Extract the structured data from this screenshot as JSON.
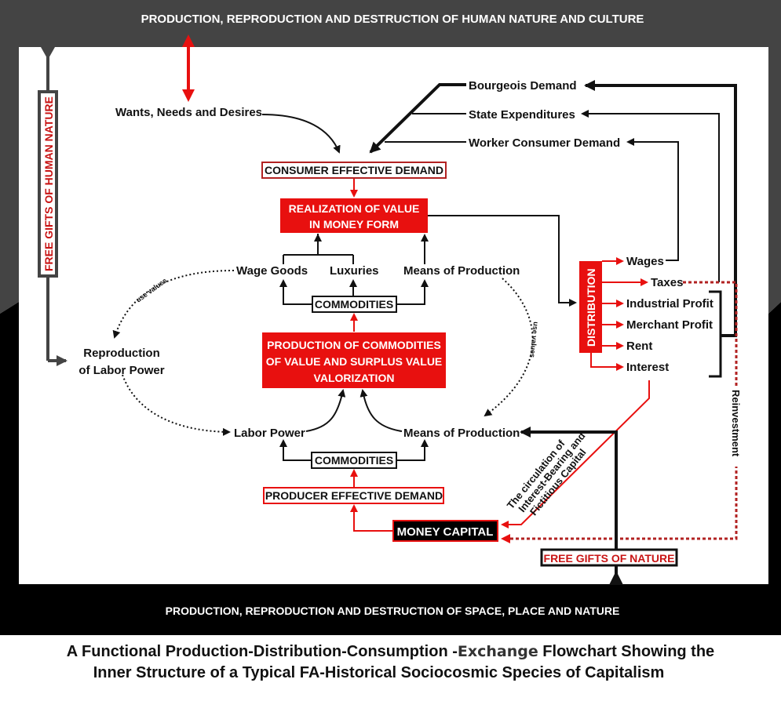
{
  "colors": {
    "frame_top": "#444444",
    "frame_bottom": "#000000",
    "accent_red": "#e8100f",
    "dark_red": "#b22222",
    "ink": "#111111",
    "white": "#ffffff"
  },
  "frame": {
    "top_banner": "PRODUCTION, REPRODUCTION AND DESTRUCTION OF HUMAN NATURE AND CULTURE",
    "bottom_banner": "PRODUCTION, REPRODUCTION AND DESTRUCTION OF SPACE, PLACE AND NATURE",
    "left_vertical_box": "FREE GIFTS OF HUMAN NATURE",
    "bottom_box": "FREE GIFTS OF NATURE"
  },
  "consumption": {
    "wants": "Wants, Needs and Desires",
    "bourgeois_demand": "Bourgeois Demand",
    "state_expenditures": "State Expenditures",
    "worker_consumer_demand": "Worker Consumer Demand",
    "consumer_effective_demand": "CONSUMER EFFECTIVE DEMAND",
    "realization_line1": "REALIZATION OF VALUE",
    "realization_line2": "IN MONEY FORM"
  },
  "upper_commodities": {
    "wage_goods": "Wage Goods",
    "luxuries": "Luxuries",
    "means_of_production": "Means of Production",
    "commodities": "COMMODITIES"
  },
  "production": {
    "line1": "PRODUCTION OF COMMODITIES",
    "line2": "OF VALUE AND SURPLUS VALUE",
    "line3": "VALORIZATION"
  },
  "reproduction": {
    "line1": "Reproduction",
    "line2": "of Labor Power",
    "use_values_left": "use values",
    "use_values_right": "use values"
  },
  "lower_commodities": {
    "labor_power": "Labor Power",
    "means_of_production": "Means of Production",
    "commodities": "COMMODITIES",
    "producer_effective_demand": "PRODUCER EFFECTIVE DEMAND",
    "money_capital": "MONEY CAPITAL"
  },
  "distribution": {
    "title": "DISTRIBUTION",
    "items": [
      "Wages",
      "Taxes",
      "Industrial Profit",
      "Merchant Profit",
      "Rent",
      "Interest"
    ]
  },
  "circulation": {
    "line1": "The circulation of",
    "line2": "Interest-Bearing and",
    "line3": "Fictitious Capital"
  },
  "reinvestment": "Reinvestment",
  "caption": {
    "line1_a": "A Functional Production-Distribution-Consumption -",
    "line1_b": "Exchange",
    "line1_c": " Flowchart Showing the",
    "line2": "Inner Structure of a Typical FA-Historical Sociocosmic Species of Capitalism"
  }
}
